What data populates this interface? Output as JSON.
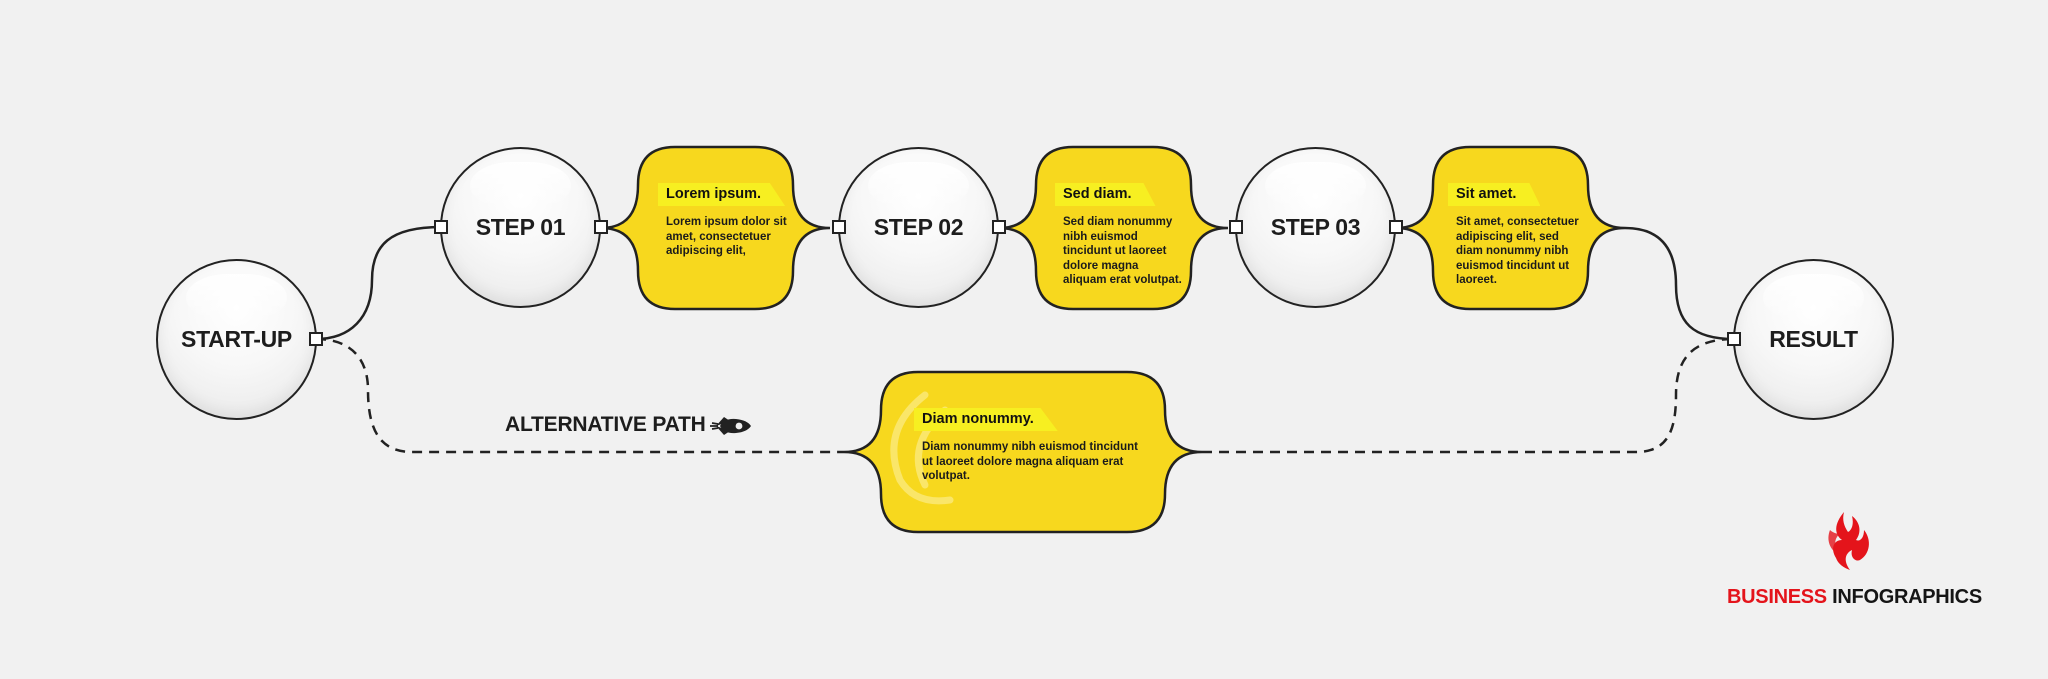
{
  "nodes": {
    "start": "START-UP",
    "step1": "STEP 01",
    "step2": "STEP 02",
    "step3": "STEP 03",
    "result": "RESULT"
  },
  "cards": [
    {
      "title": "Lorem ipsum.",
      "text": "Lorem ipsum dolor sit amet, consectetuer adipiscing elit,"
    },
    {
      "title": "Sed diam.",
      "text": "Sed diam nonummy nibh euismod tincidunt ut laoreet dolore magna aliquam erat volutpat."
    },
    {
      "title": "Sit amet.",
      "text": "Sit amet, consectetuer adipiscing elit, sed diam nonummy nibh euismod tincidunt ut laoreet."
    },
    {
      "title": "Diam nonummy.",
      "text": "Diam nonummy nibh euismod tincidunt ut laoreet dolore magna aliquam erat volutpat."
    }
  ],
  "alternative_path": {
    "label": "ALTERNATIVE PATH",
    "icon": "rocket-icon"
  },
  "brand": {
    "word1": "BUSINESS",
    "word2": "INFOGRAPHICS",
    "icon": "flame-logo-icon"
  },
  "colors": {
    "background": "#f1f1f1",
    "card_yellow": "#f7d81e",
    "tag_yellow": "#f7ef21",
    "outline": "#222222",
    "brand_red": "#e4141b"
  }
}
